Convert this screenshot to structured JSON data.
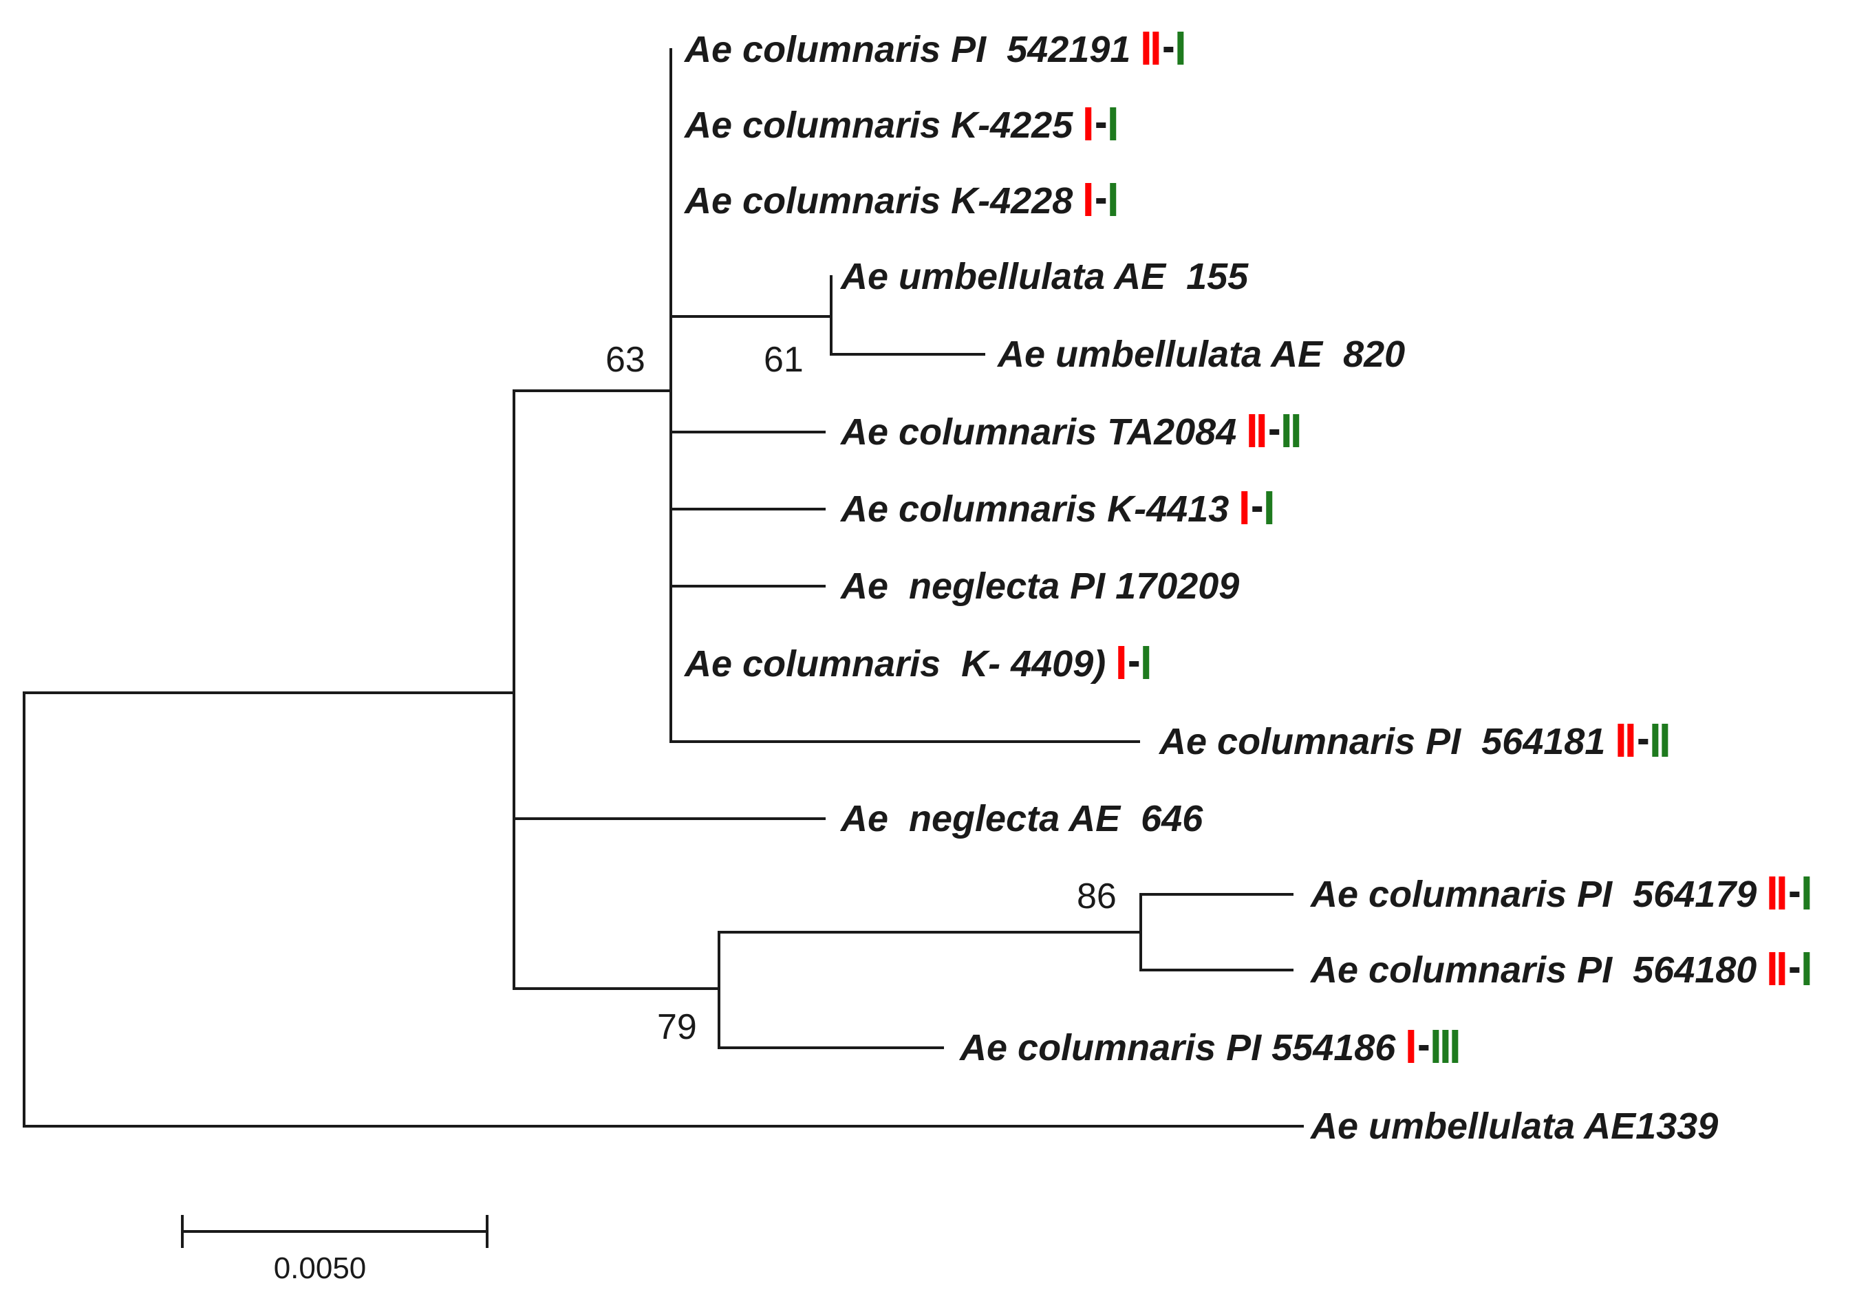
{
  "tree": {
    "leaves": [
      {
        "id": "l1",
        "label": "Ae columnaris PI  542191",
        "red": 2,
        "green": 1
      },
      {
        "id": "l2",
        "label": "Ae columnaris K-4225",
        "red": 1,
        "green": 1
      },
      {
        "id": "l3",
        "label": "Ae columnaris K-4228",
        "red": 1,
        "green": 1
      },
      {
        "id": "l4",
        "label": "Ae umbellulata AE  155",
        "red": 0,
        "green": 0
      },
      {
        "id": "l5",
        "label": "Ae umbellulata AE  820",
        "red": 0,
        "green": 0
      },
      {
        "id": "l6",
        "label": "Ae columnaris TA2084",
        "red": 2,
        "green": 2
      },
      {
        "id": "l7",
        "label": "Ae columnaris K-4413",
        "red": 1,
        "green": 1
      },
      {
        "id": "l8",
        "label": "Ae  neglecta PI 170209",
        "red": 0,
        "green": 0
      },
      {
        "id": "l9",
        "label": "Ae columnaris  K- 4409)",
        "red": 1,
        "green": 1
      },
      {
        "id": "l10",
        "label": "Ae columnaris PI  564181",
        "red": 2,
        "green": 2
      },
      {
        "id": "l11",
        "label": "Ae  neglecta AE  646",
        "red": 0,
        "green": 0
      },
      {
        "id": "l12",
        "label": "Ae columnaris PI  564179",
        "red": 2,
        "green": 1
      },
      {
        "id": "l13",
        "label": "Ae columnaris PI  564180",
        "red": 2,
        "green": 1
      },
      {
        "id": "l14",
        "label": "Ae columnaris PI 554186",
        "red": 1,
        "green": 3
      },
      {
        "id": "l15",
        "label": "Ae umbellulata AE1339",
        "red": 0,
        "green": 0
      }
    ],
    "support_values": [
      "63",
      "61",
      "86",
      "79"
    ],
    "scale_bar": {
      "label": "0.0050"
    },
    "colors": {
      "red": "#ff0000",
      "green": "#1e7a1e",
      "line": "#1a1a1a"
    }
  }
}
